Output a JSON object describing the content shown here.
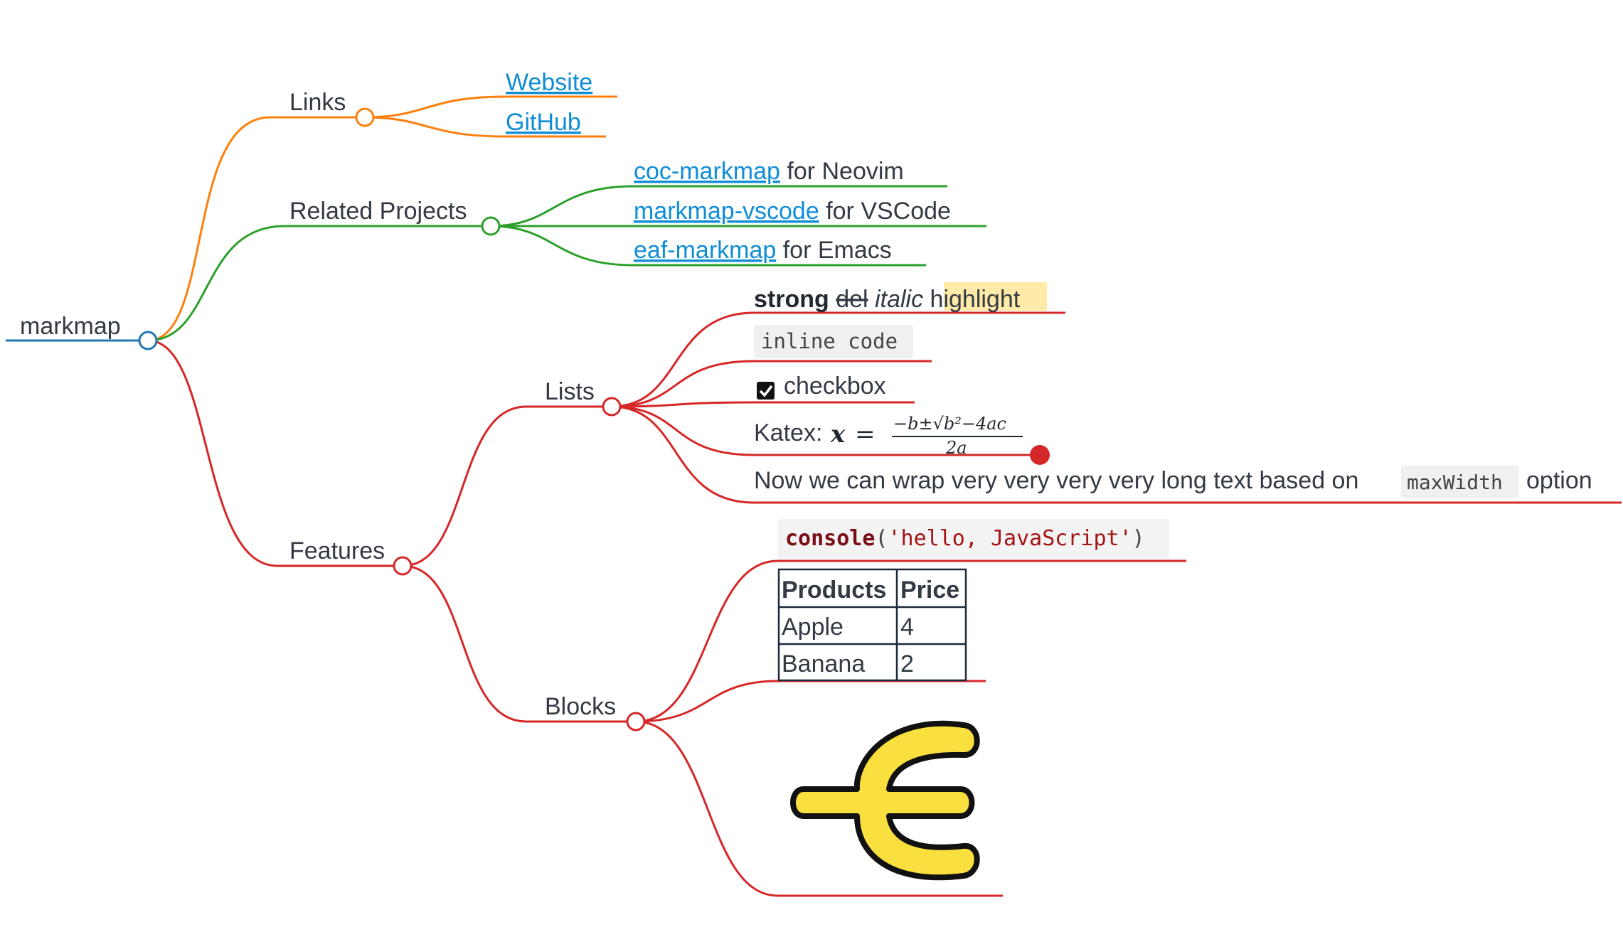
{
  "mindmap": {
    "root": "markmap",
    "links": {
      "label": "Links",
      "items": [
        "Website",
        "GitHub"
      ]
    },
    "related": {
      "label": "Related Projects",
      "items": [
        {
          "link": "coc-markmap",
          "suffix": " for Neovim"
        },
        {
          "link": "markmap-vscode",
          "suffix": " for VSCode"
        },
        {
          "link": "eaf-markmap",
          "suffix": " for Emacs"
        }
      ]
    },
    "features": {
      "label": "Features",
      "lists": {
        "label": "Lists",
        "strong": "strong",
        "del": "del",
        "italic": "italic",
        "highlight": "highlight",
        "inline_code": "inline code",
        "checkbox": "checkbox",
        "katex_prefix": "Katex:",
        "katex_numerator": "−b±√b²−4ac",
        "katex_denominator": "2a",
        "katex_var": "x",
        "katex_eq": "=",
        "wrap_before": "Now we can wrap very very very very long text based on",
        "wrap_code": "maxWidth",
        "wrap_after": "option"
      },
      "blocks": {
        "label": "Blocks",
        "code_fn": "console",
        "code_open": "(",
        "code_str": "'hello, JavaScript'",
        "code_close": ")",
        "table": {
          "headers": [
            "Products",
            "Price"
          ],
          "rows": [
            [
              "Apple",
              "4"
            ],
            [
              "Banana",
              "2"
            ]
          ]
        }
      }
    }
  },
  "colors": {
    "root": "#1f77b4",
    "links": "#ff7f0e",
    "related": "#2ca02c",
    "features": "#d62728",
    "link_text": "#0f8dd6",
    "highlight": "#ffeaa7",
    "logo_fill": "#f9e03e"
  }
}
